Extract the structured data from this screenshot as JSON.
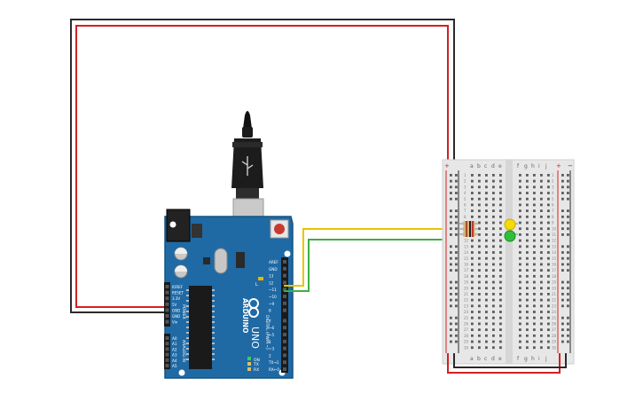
{
  "arduino": {
    "logo_text": "ARDUINO",
    "model": "UNO",
    "on_label": "ON",
    "tx_label": "TX",
    "rx_label": "RX",
    "l_label": "L",
    "digital_label": "DIGITAL (PWM ~)",
    "power_label": "POWER",
    "analog_label": "ANALOG IN",
    "digital_pins": [
      "AREF",
      "GND",
      "13",
      "12",
      "~11",
      "~10",
      "~9",
      "8",
      "7",
      "~6",
      "~5",
      "4",
      "~3",
      "2",
      "TX→1",
      "RX←0"
    ],
    "power_pins": [
      "IOREF",
      "RESET",
      "3.3V",
      "5V",
      "GND",
      "GND",
      "Vin"
    ],
    "analog_pins": [
      "A0",
      "A1",
      "A2",
      "A3",
      "A4",
      "A5"
    ]
  },
  "breadboard": {
    "left_columns": [
      "a",
      "b",
      "c",
      "d",
      "e"
    ],
    "right_columns": [
      "f",
      "g",
      "h",
      "i",
      "j"
    ],
    "rows": 30,
    "plus": "+",
    "minus": "−"
  },
  "components": {
    "led_yellow_color": "#f5d90a",
    "led_green_color": "#2fbf3a",
    "wire_yellow": "#e8c400",
    "wire_green": "#3cb043",
    "wire_red": "#d42020",
    "wire_black": "#2a2a2a"
  }
}
